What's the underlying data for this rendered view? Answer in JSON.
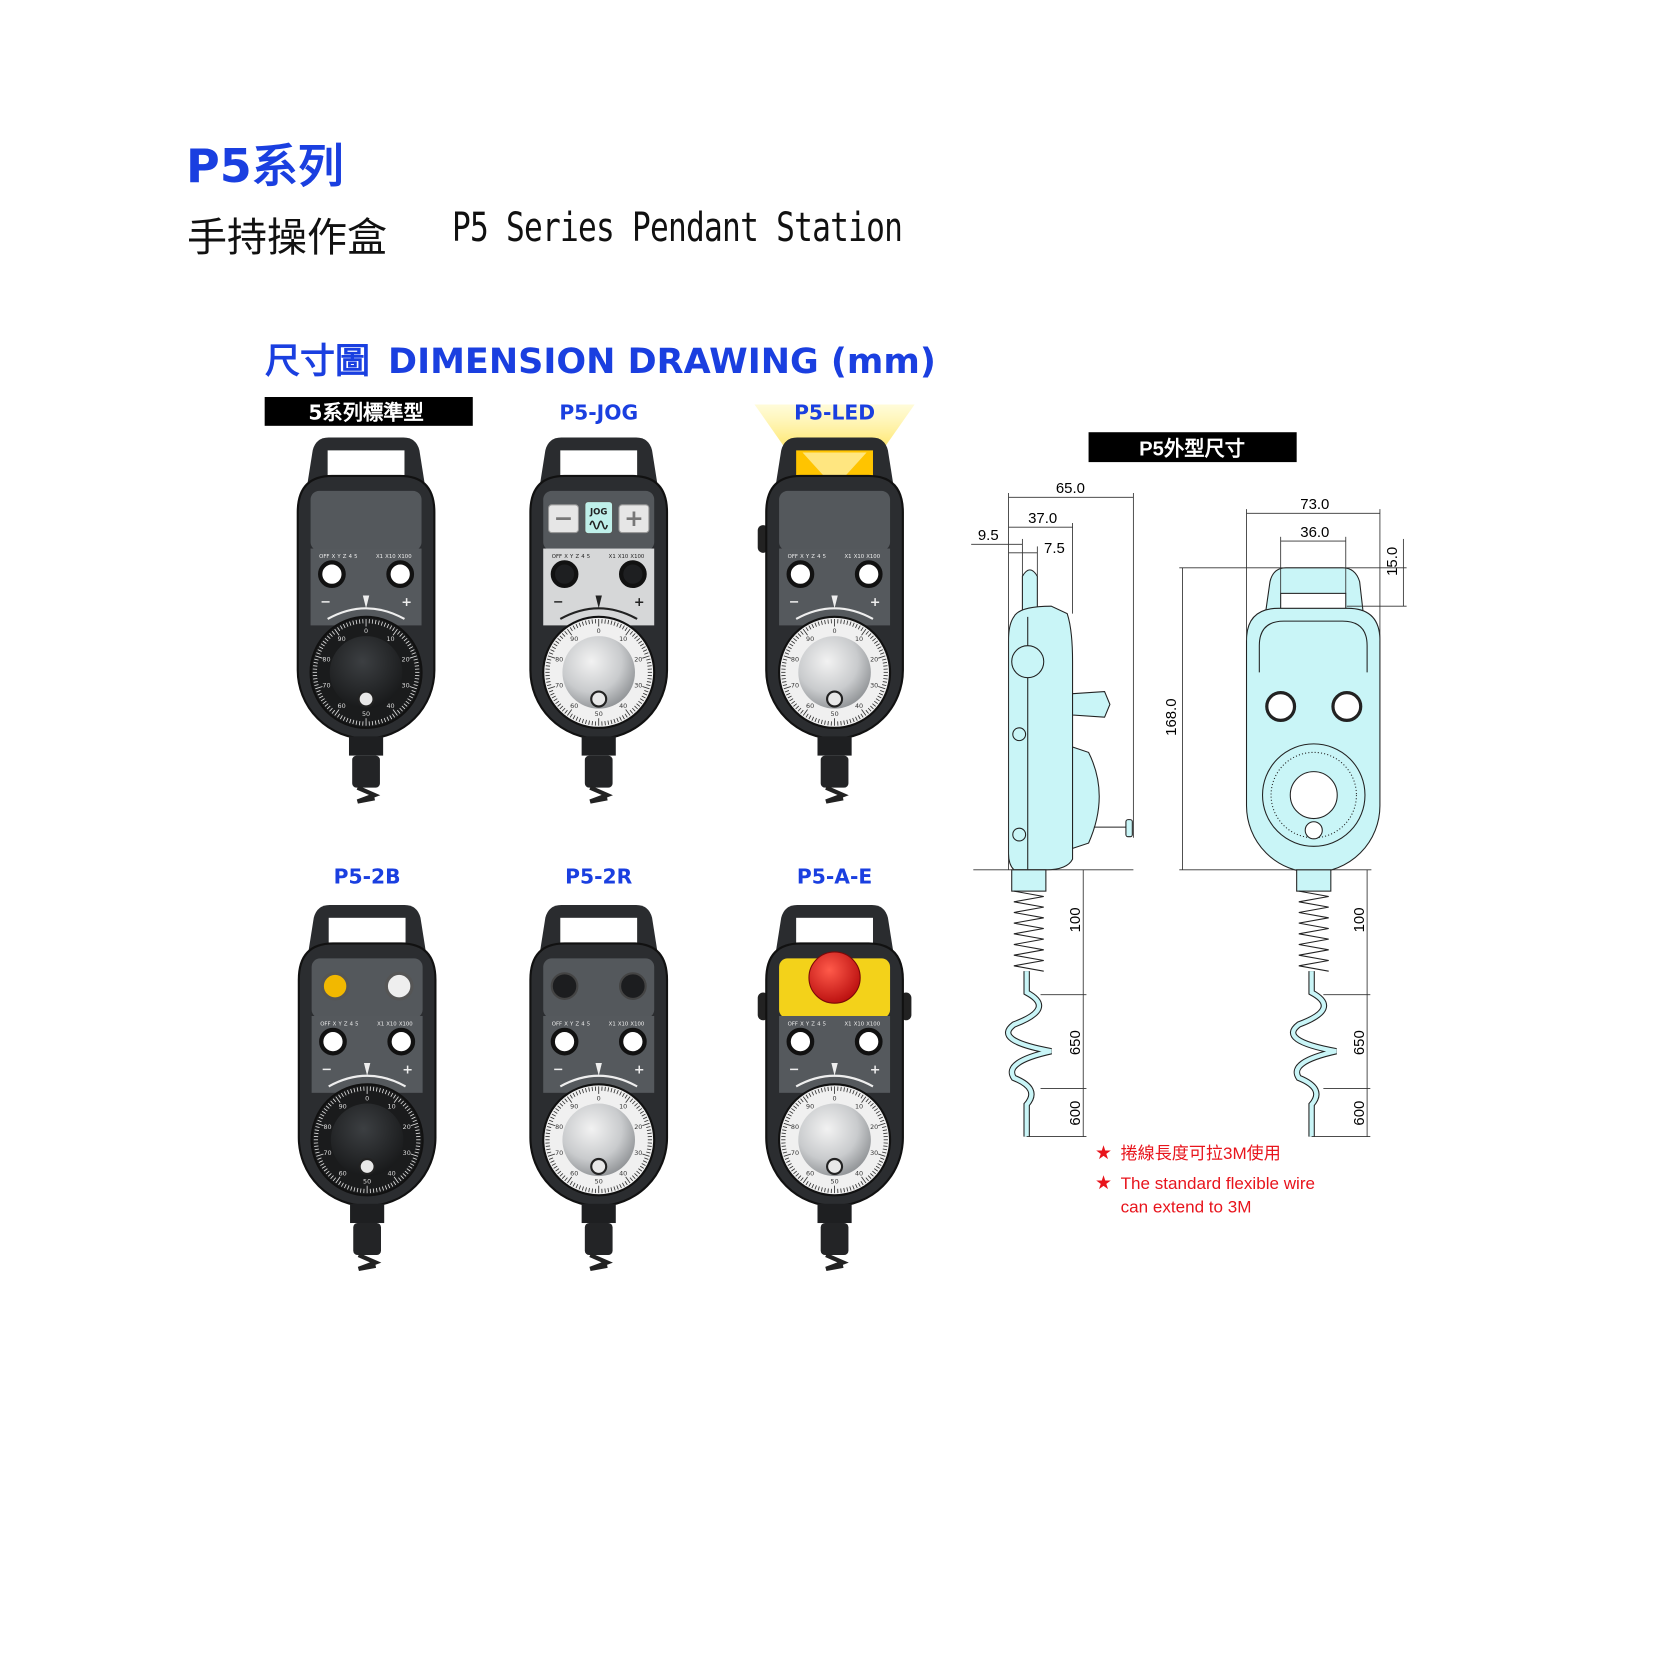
{
  "header": {
    "title": "P5系列",
    "subtitle_zh": "手持操作盒",
    "subtitle_en": "P5 Series Pendant Station"
  },
  "section": {
    "title_zh": "尺寸圖",
    "title_en": "DIMENSION DRAWING (mm)"
  },
  "models": [
    {
      "label": "5系列標準型",
      "variant": "std",
      "boxed": true
    },
    {
      "label": "P5-JOG",
      "variant": "jog"
    },
    {
      "label": "P5-LED",
      "variant": "led"
    },
    {
      "label": "P5-2B",
      "variant": "2b"
    },
    {
      "label": "P5-2R",
      "variant": "2r"
    },
    {
      "label": "P5-A-E",
      "variant": "ae"
    }
  ],
  "pendant_text": {
    "axis_labels": [
      "OFF",
      "X",
      "Y",
      "Z",
      "4",
      "5"
    ],
    "rate_labels": [
      "X1",
      "X10",
      "X100"
    ],
    "jog_label": "JOG",
    "minus": "−",
    "plus": "+",
    "dial_labels": [
      "0",
      "10",
      "20",
      "30",
      "40",
      "50",
      "60",
      "70",
      "80",
      "90"
    ]
  },
  "drawing": {
    "title": "P5外型尺寸",
    "side": {
      "d65": "65.0",
      "d37": "37.0",
      "d9_5": "9.5",
      "d7_5": "7.5",
      "c100": "100",
      "c650": "650",
      "c600": "600"
    },
    "front": {
      "d73": "73.0",
      "d36": "36.0",
      "d15": "15.0",
      "d168": "168.0",
      "c100": "100",
      "c650": "650",
      "c600": "600"
    },
    "notes": {
      "star": "★",
      "note_zh": "捲線長度可拉3M使用",
      "note_en_1": "The standard flexible wire",
      "note_en_2": "can extend to 3M"
    }
  },
  "colors": {
    "brand_blue": "#1a3fe0",
    "note_red": "#e8141c",
    "drawing_fill": "#c9f5f7",
    "body": "#2b2d30",
    "panel": "#505458",
    "led_yellow": "#ffd400"
  }
}
